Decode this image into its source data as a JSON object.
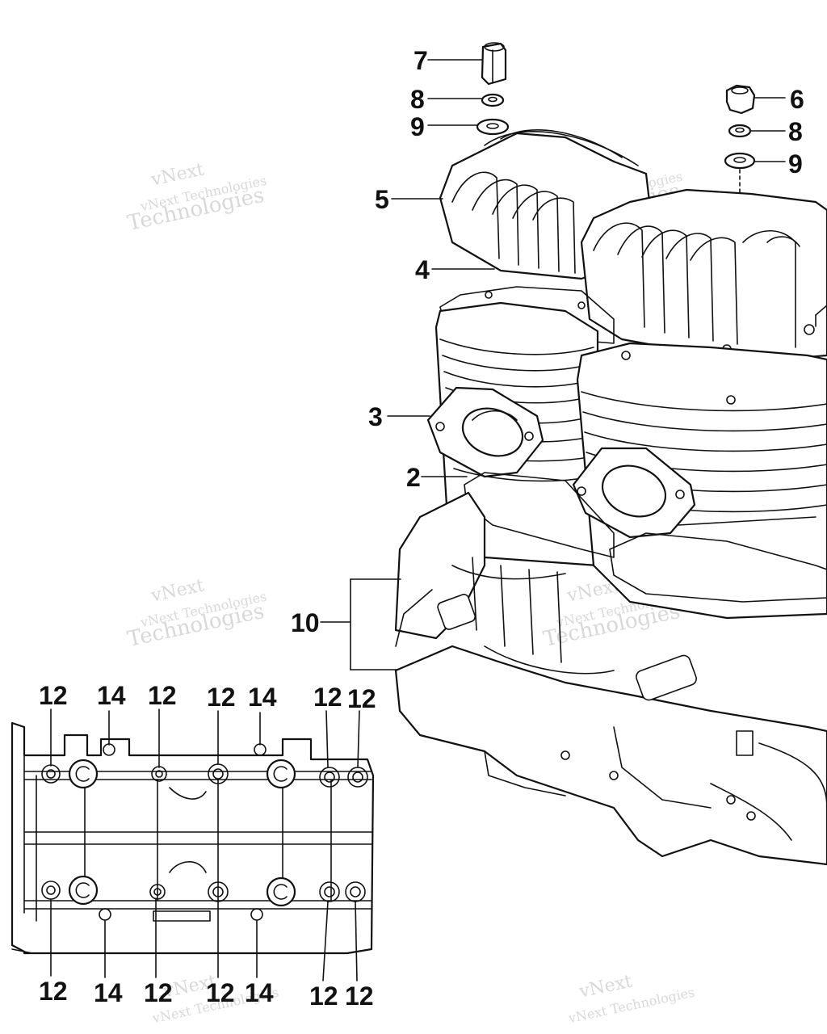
{
  "diagram": {
    "callouts_main": [
      "7",
      "8",
      "9",
      "6",
      "8",
      "9",
      "5",
      "4",
      "3",
      "2",
      "10"
    ],
    "callouts_bottom_top": [
      "12",
      "14",
      "12",
      "12",
      "14",
      "12",
      "12"
    ],
    "callouts_bottom_bottom": [
      "12",
      "14",
      "12",
      "12",
      "14",
      "12",
      "12"
    ]
  },
  "watermark": {
    "line1": "vNext",
    "line2": "vNext Technologies",
    "line3": "Technologies"
  },
  "colors": {
    "ink": "#111111",
    "watermark": "#b9b9b9"
  }
}
